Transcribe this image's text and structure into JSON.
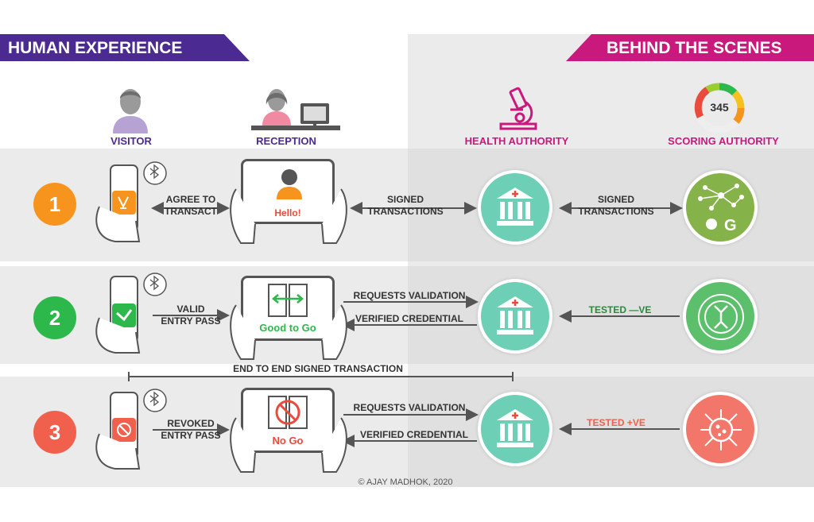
{
  "banners": {
    "left": "HUMAN EXPERIENCE",
    "right": "BEHIND THE SCENES"
  },
  "headers": {
    "visitor": "VISITOR",
    "reception": "RECEPTION",
    "health": "HEALTH AUTHORITY",
    "scoring": "SCORING AUTHORITY",
    "score": "345"
  },
  "rows": [
    {
      "number": "1",
      "visitor_action": [
        "AGREE TO",
        "TRANSACT"
      ],
      "screen_text": "Hello!",
      "middle_label": [
        "SIGNED",
        "TRANSACTIONS"
      ],
      "right_label": [
        "SIGNED",
        "TRANSACTIONS"
      ]
    },
    {
      "number": "2",
      "visitor_action": [
        "VALID",
        "ENTRY PASS"
      ],
      "screen_text": "Good to Go",
      "request_label": "REQUESTS VALIDATION",
      "verified_label": "VERIFIED CREDENTIAL",
      "test_label": "TESTED —VE"
    },
    {
      "number": "3",
      "visitor_action": [
        "REVOKED",
        "ENTRY PASS"
      ],
      "screen_text": "No Go",
      "request_label": "REQUESTS VALIDATION",
      "verified_label": "VERIFIED CREDENTIAL",
      "test_label": "TESTED +VE"
    }
  ],
  "end_to_end": "END TO END SIGNED TRANSACTION",
  "copyright": "© AJAY MADHOK, 2020",
  "colors": {
    "purple": "#4b2a91",
    "magenta": "#c9197d",
    "orange": "#f7941d",
    "green": "#2db84b",
    "red": "#f0604d",
    "teal": "#6ccfb6",
    "olive": "#86b24a",
    "teal_green": "#5bbf6b",
    "salmon": "#f2776a",
    "grey_band": "#ededed",
    "right_panel": "#e3e3e3"
  }
}
